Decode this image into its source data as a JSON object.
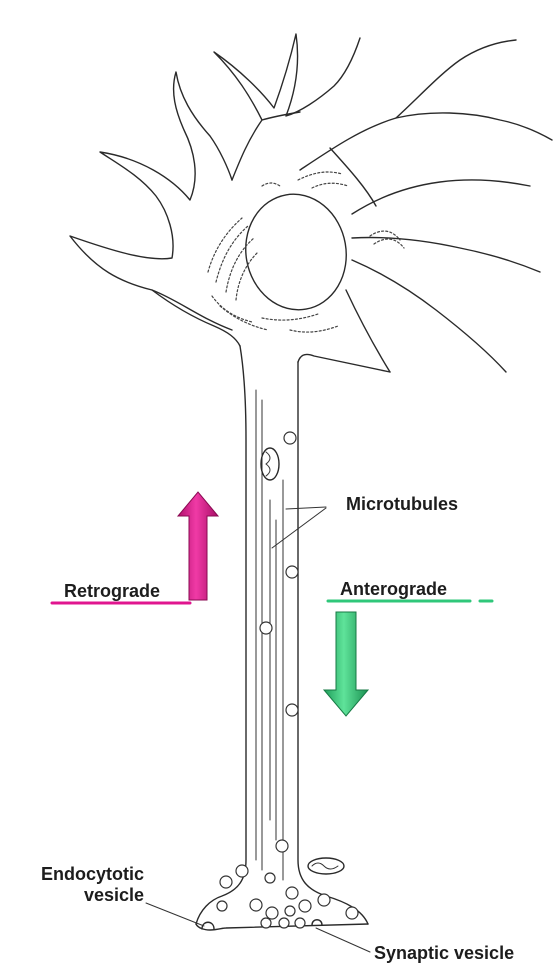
{
  "labels": {
    "microtubules": "Microtubules",
    "retrograde": "Retrograde",
    "anterograde": "Anterograde",
    "endocytotic_line1": "Endocytotic",
    "endocytotic_line2": "vesicle",
    "synaptic_vesicle": "Synaptic vesicle"
  },
  "colors": {
    "retrograde": "#e0158f",
    "anterograde": "#2fc77a",
    "line": "#2a2a2a"
  },
  "icons": {
    "retrograde_arrow": "arrow-up",
    "anterograde_arrow": "arrow-down"
  }
}
